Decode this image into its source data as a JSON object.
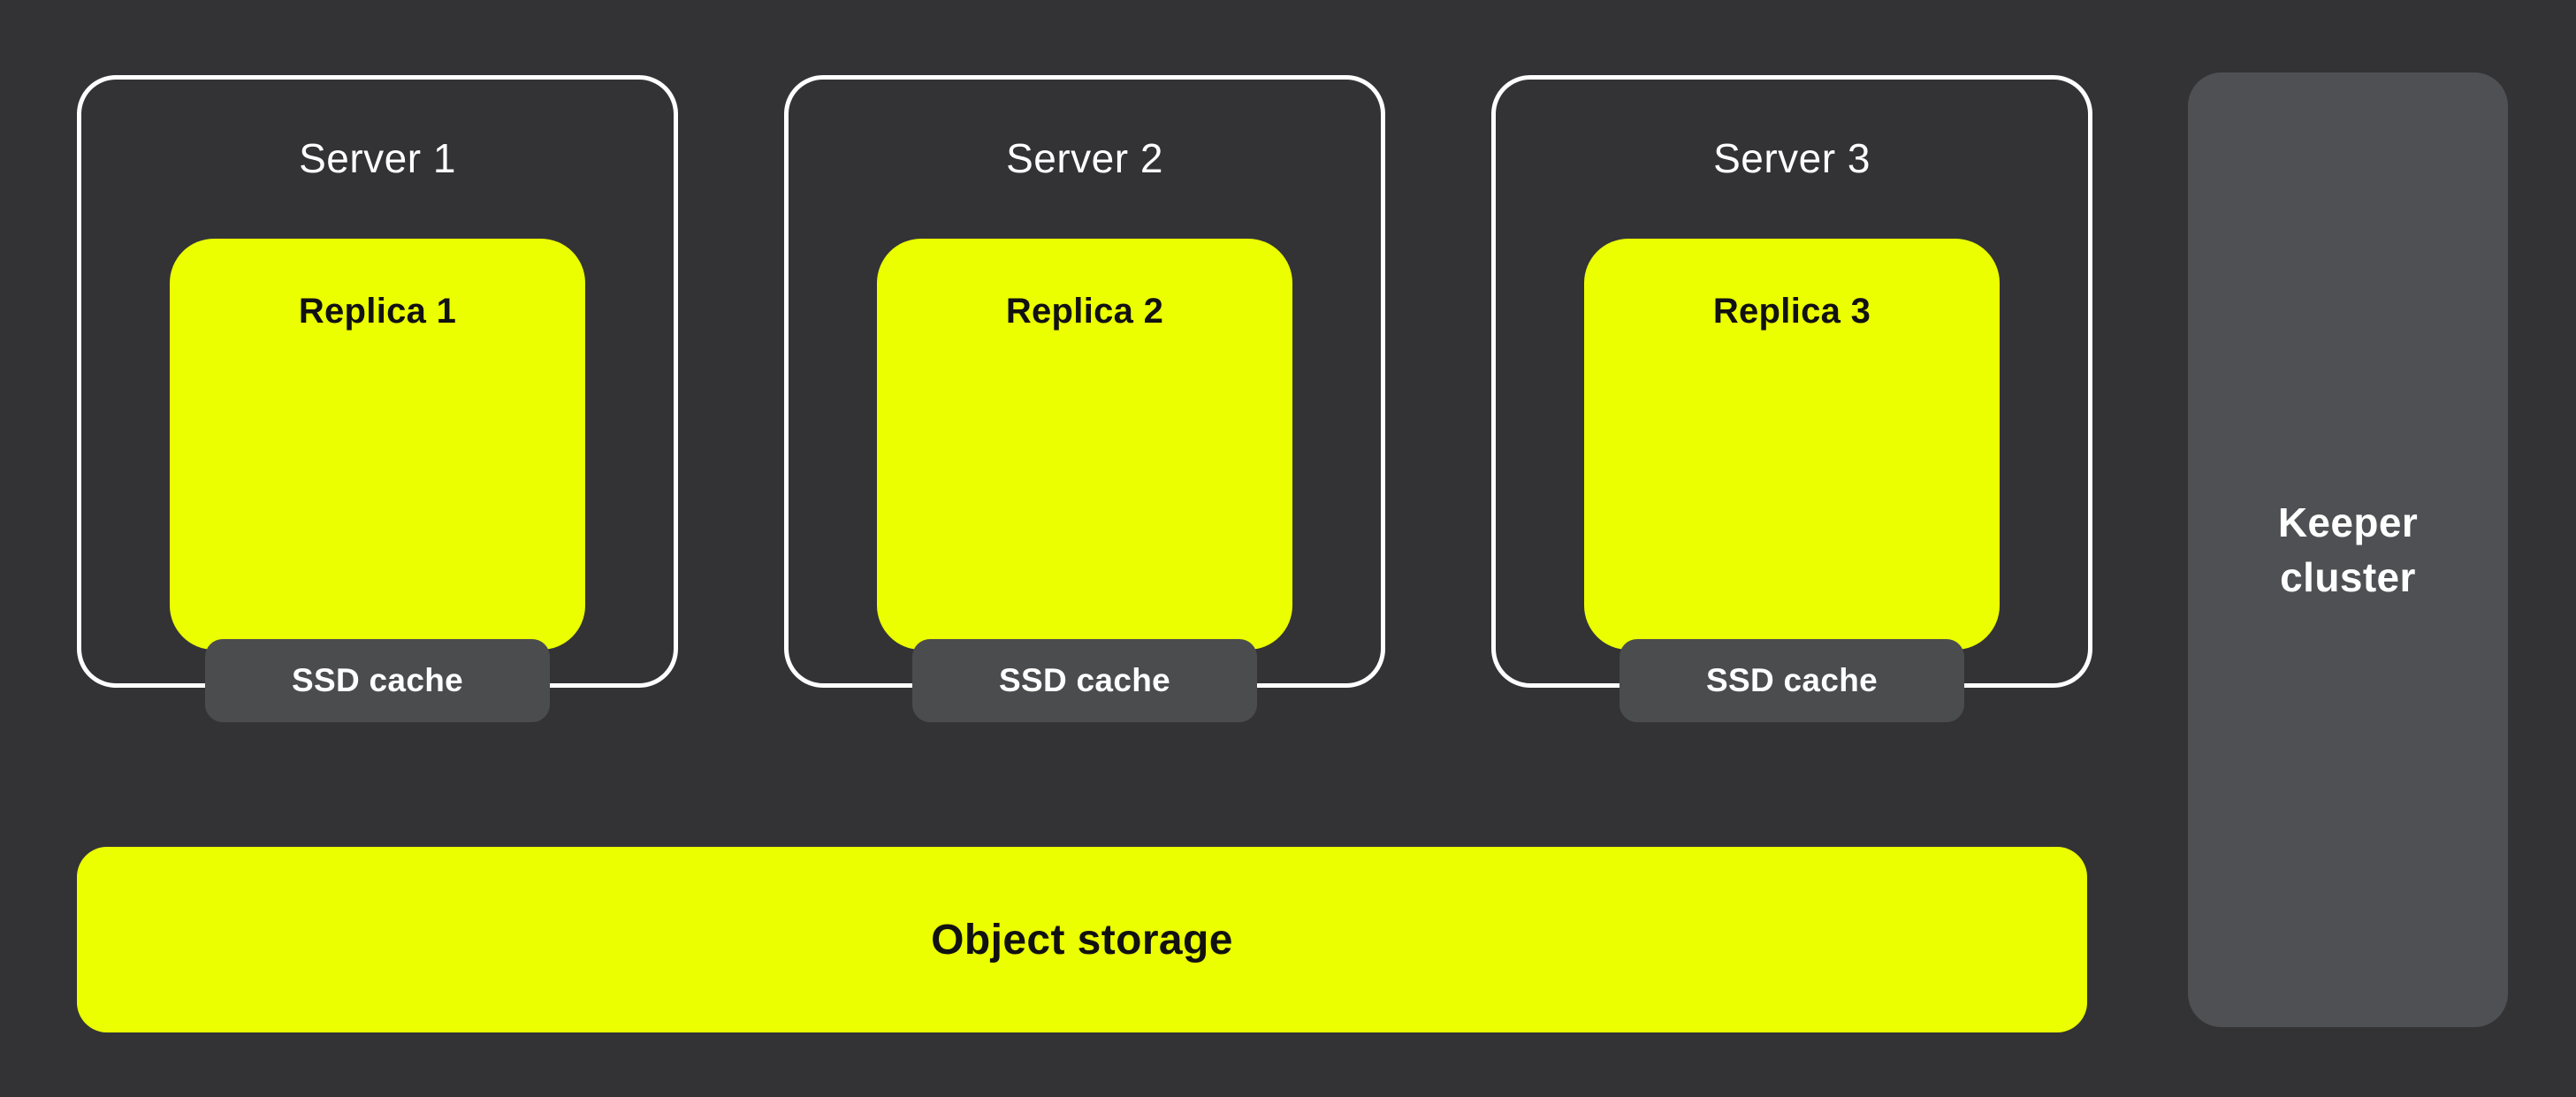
{
  "colors": {
    "background": "#333336",
    "accent_yellow": "#EBFF00",
    "server_border": "#FFFFFF",
    "cache_badge_bg": "#4B4C4E",
    "keeper_bg": "#4F5054",
    "text_light": "#FFFFFF",
    "text_dark": "#111111"
  },
  "servers": [
    {
      "title": "Server 1",
      "replica_label": "Replica 1",
      "cache_label": "SSD cache"
    },
    {
      "title": "Server 2",
      "replica_label": "Replica 2",
      "cache_label": "SSD cache"
    },
    {
      "title": "Server 3",
      "replica_label": "Replica 3",
      "cache_label": "SSD cache"
    }
  ],
  "keeper": {
    "label": "Keeper cluster"
  },
  "object_storage": {
    "label": "Object storage"
  }
}
